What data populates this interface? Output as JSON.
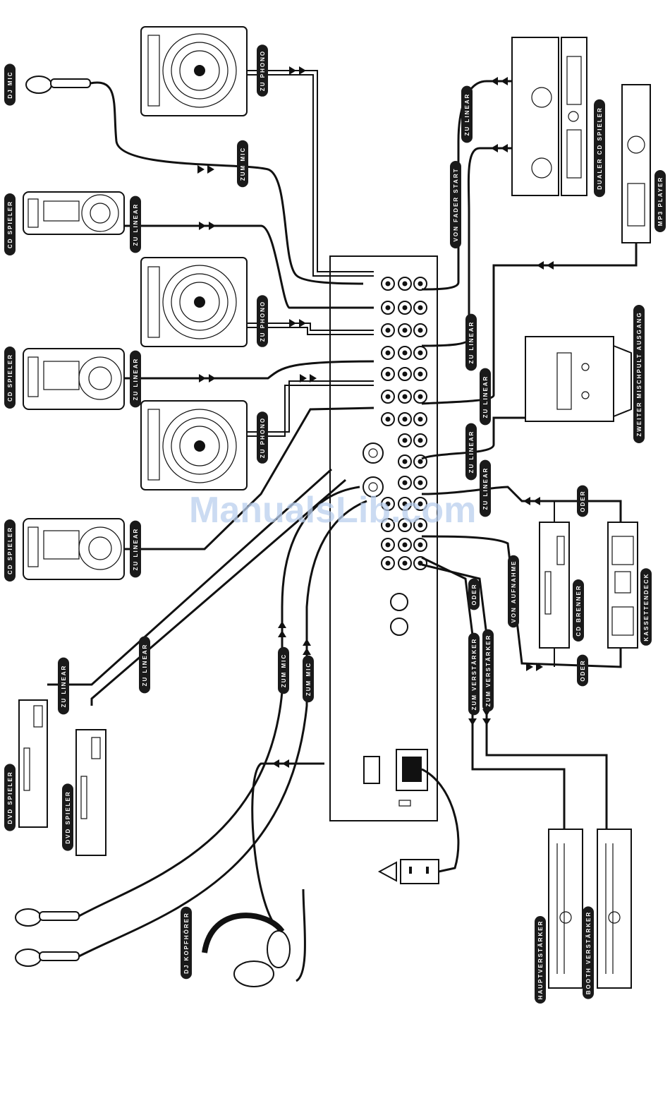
{
  "labels": {
    "dj_mic": "DJ MIC",
    "cd1": "CD SPIELER",
    "cd2": "CD SPIELER",
    "cd3": "CD SPIELER",
    "zu_phono_1": "ZU PHONO",
    "zu_phono_2": "ZU PHONO",
    "zu_phono_3": "ZU PHONO",
    "zum_mic_top": "ZUM MIC",
    "zu_linear_cd1": "ZU LINEAR",
    "zu_linear_cd2": "ZU LINEAR",
    "zu_linear_cd3": "ZU LINEAR",
    "zu_linear_dvd1": "ZU LINEAR",
    "zu_linear_dvd2": "ZU LINEAR",
    "dvd1": "DVD SPIELER",
    "dvd2": "DVD SPIELER",
    "zum_mic_1": "ZUM MIC",
    "zum_mic_2": "ZUM MIC",
    "dj_kopfhoerer": "DJ KOPFHÖRER",
    "zu_linear_dual": "ZU LINEAR",
    "von_fader_start": "VON FADER START",
    "dualer_cd": "DUALER CD SPIELER",
    "mp3_player": "MP3 PLAYER",
    "zu_linear_mp3": "ZU LINEAR",
    "zweiter_mischpult": "ZWEITER MISCHPULT AUSGANG",
    "zu_linear_mixer2": "ZU LINEAR",
    "zu_linear_rec_a": "ZU LINEAR",
    "zu_linear_rec_b": "ZU LINEAR",
    "von_aufnahme": "VON AUFNAHME",
    "oder_top": "ODER",
    "oder_bottom": "ODER",
    "oder_amp": "ODER",
    "cd_brenner": "CD BRENNER",
    "kassettendeck": "KASSETTENDECK",
    "zum_verstaerker_1": "ZUM VERSTÄRKER",
    "zum_verstaerker_2": "ZUM VERSTÄRKER",
    "hauptverstaerker": "HAUPTVERSTÄRKER",
    "booth_verstaerker": "BOOTH VERSTÄRKER"
  },
  "watermark": "ManualsLib.com",
  "icons": [
    "turntable",
    "cd-player",
    "microphone",
    "headphones",
    "dual-cd-player",
    "mp3-player",
    "mixer",
    "cd-burner",
    "cassette-deck",
    "dvd-player",
    "amplifier",
    "power-outlet",
    "warning-icon"
  ]
}
